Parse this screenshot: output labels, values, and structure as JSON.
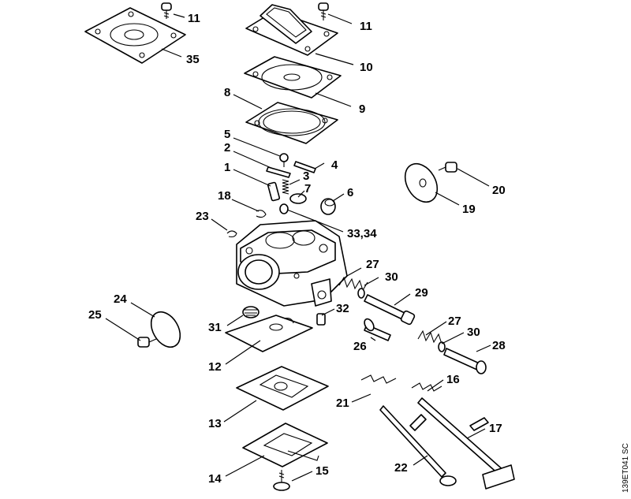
{
  "labels": {
    "l11a": "11",
    "l11b": "11",
    "l35": "35",
    "l10": "10",
    "l9": "9",
    "l8": "8",
    "l5": "5",
    "l2": "2",
    "l1": "1",
    "l3": "3",
    "l4": "4",
    "l7": "7",
    "l6": "6",
    "l18": "18",
    "l23": "23",
    "l3334": "33,34",
    "l20": "20",
    "l19": "19",
    "l27a": "27",
    "l30a": "30",
    "l29": "29",
    "l24": "24",
    "l25": "25",
    "l32": "32",
    "l31": "31",
    "l27b": "27",
    "l30b": "30",
    "l26": "26",
    "l28": "28",
    "l12": "12",
    "l16": "16",
    "l21": "21",
    "l13": "13",
    "l17": "17",
    "l22": "22",
    "l14": "14",
    "l15": "15"
  },
  "drawing_code": "139ET041 SC"
}
